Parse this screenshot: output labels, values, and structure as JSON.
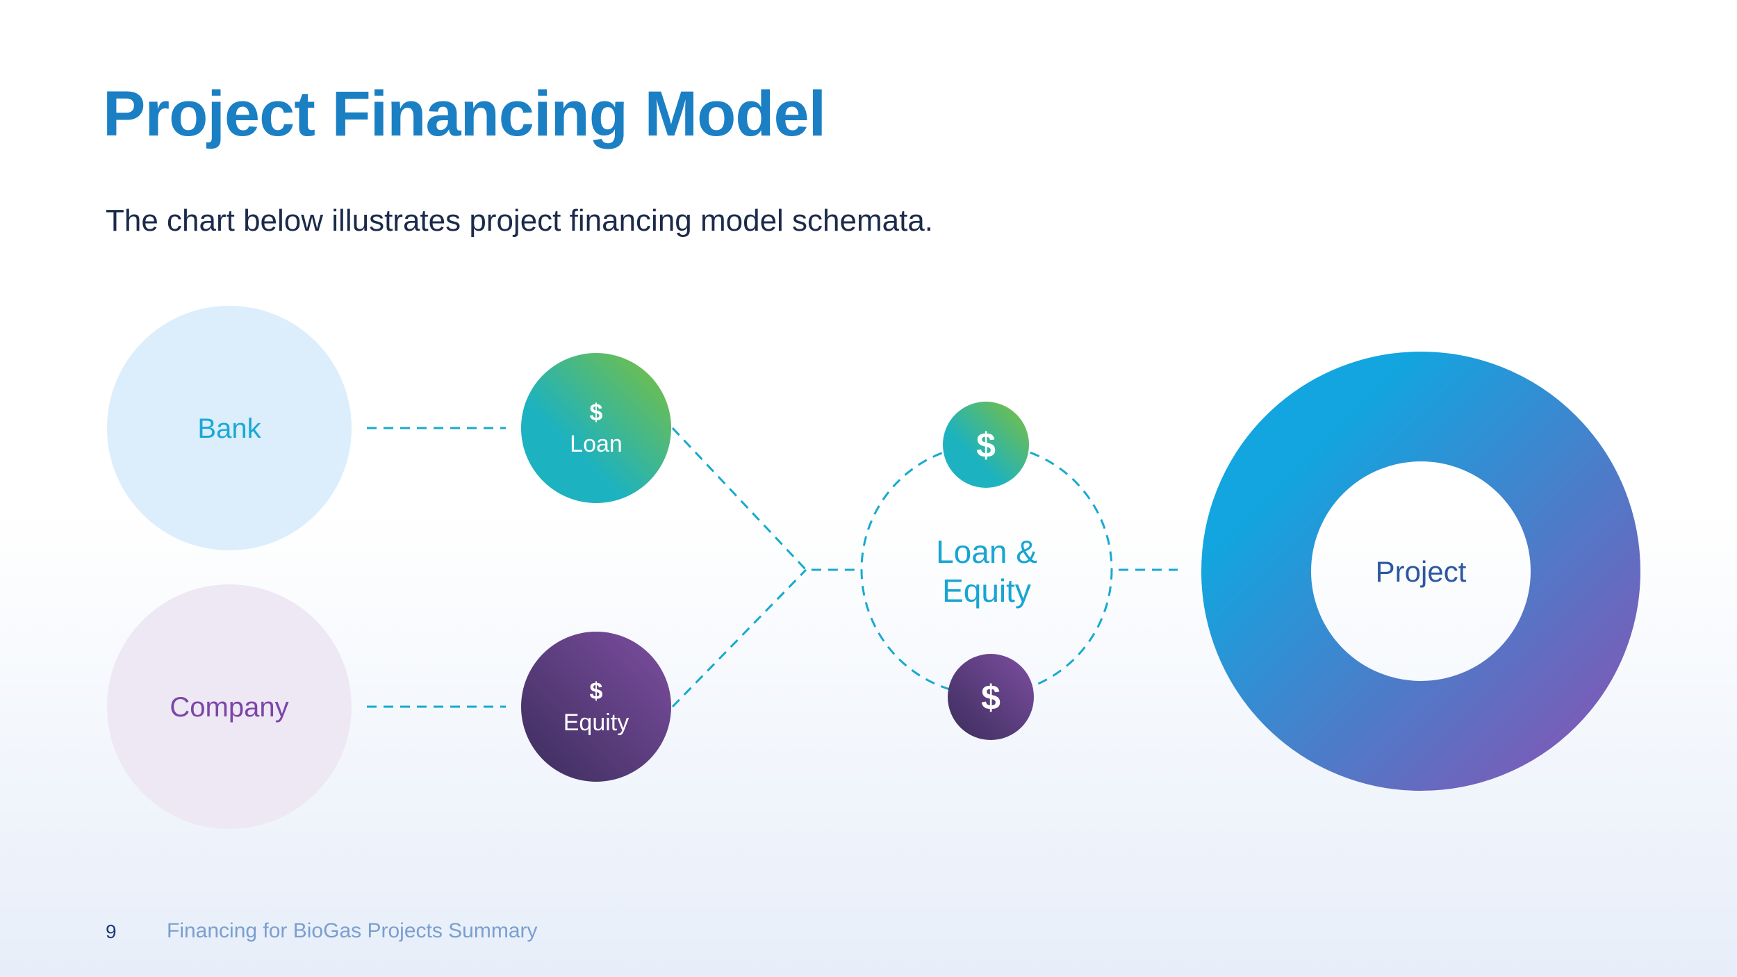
{
  "slide": {
    "title": "Project Financing Model",
    "subtitle": "The chart below illustrates project financing model schemata.",
    "page_number": "9",
    "footer_text": "Financing for BioGas Projects Summary"
  },
  "diagram": {
    "bank_label": "Bank",
    "company_label": "Company",
    "loan_symbol": "$",
    "loan_label": "Loan",
    "equity_symbol": "$",
    "equity_label": "Equity",
    "combined_label_line1": "Loan &",
    "combined_label_line2": "Equity",
    "combined_loan_symbol": "$",
    "combined_equity_symbol": "$",
    "project_label": "Project"
  },
  "colors": {
    "title": "#1b7fc4",
    "subtitle": "#1c2a4a",
    "bank_fill": "#dcedfb",
    "bank_text": "#19a9d4",
    "company_fill": "#ede8f4",
    "company_text": "#7b46a8",
    "loan_gradient_start": "#1cb2c0",
    "loan_gradient_end": "#7fc03a",
    "equity_gradient_start": "#3b2d5c",
    "equity_gradient_end": "#7d4ea0",
    "connector": "#17aacf",
    "combined_text": "#18a5d2",
    "project_gradient_start": "#12a5df",
    "project_gradient_end": "#7a5cb8",
    "project_text": "#2b58a0",
    "footer_number": "#1c3a7a",
    "footer_text": "#7a9fcf"
  }
}
